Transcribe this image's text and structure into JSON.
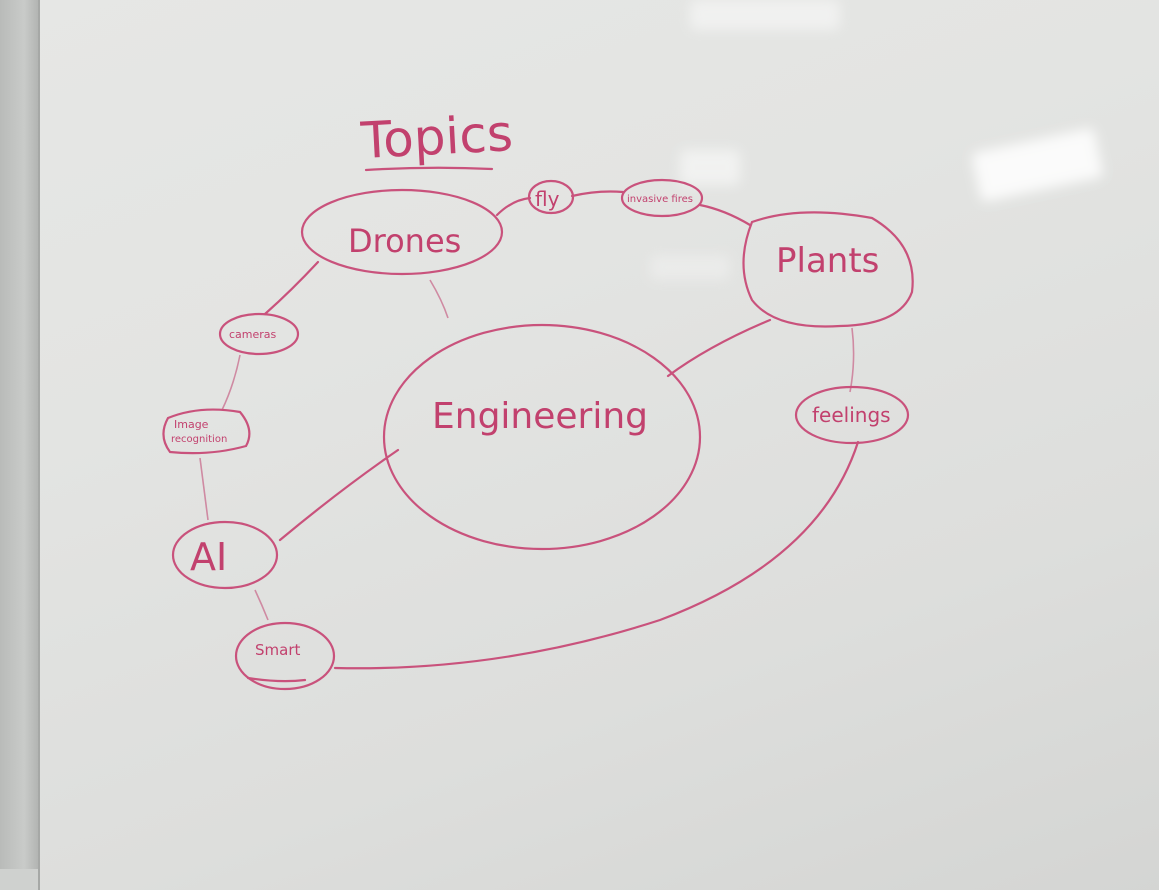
{
  "title": "Topics",
  "nodes": {
    "drones": "Drones",
    "fly": "fly",
    "invasive_fires": "invasive fires",
    "plants": "Plants",
    "cameras": "cameras",
    "image_recognition_1": "Image",
    "image_recognition_2": "recognition",
    "engineering": "Engineering",
    "feelings": "feelings",
    "ai": "AI",
    "smart": "Smart"
  },
  "colors": {
    "marker": "#c2416e",
    "board": "#e4e5e3"
  }
}
